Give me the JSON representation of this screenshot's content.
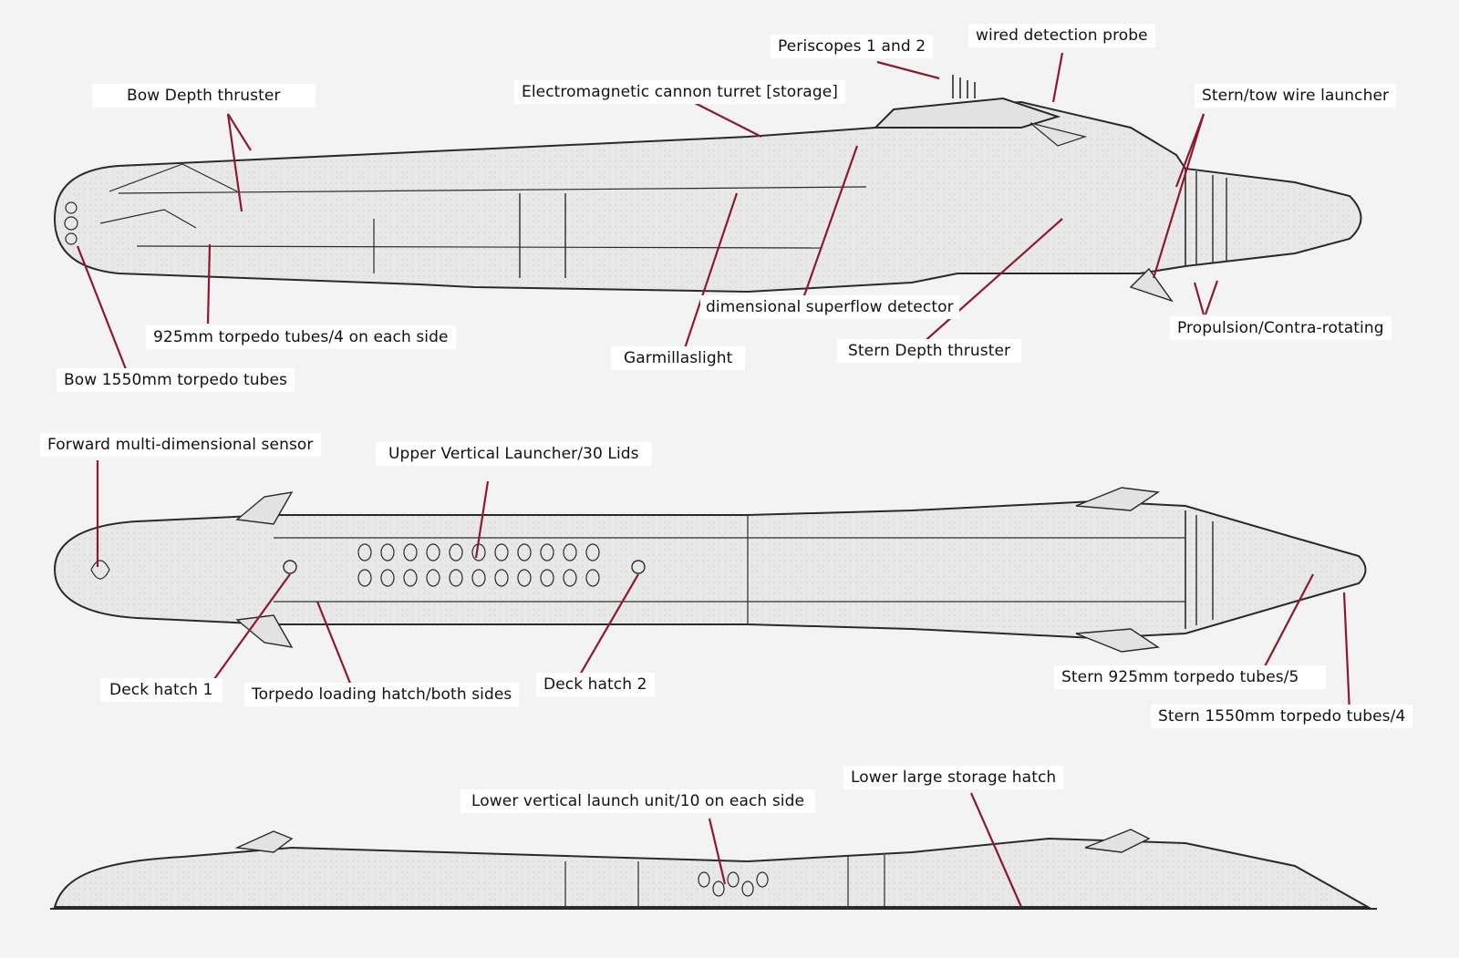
{
  "title": "Garmillas submarine annotated schematic (side, top, and lower views)",
  "colors": {
    "background": "#f3f3f3",
    "hull_fill": "#e9e9e9",
    "hull_line": "#2a2a2a",
    "leader_line": "#8b1a2e",
    "label_bg": "#ffffff"
  },
  "views": [
    {
      "name": "side-view",
      "caption": ""
    },
    {
      "name": "top-view",
      "caption": ""
    },
    {
      "name": "lower-view",
      "caption": ""
    }
  ],
  "labels": {
    "periscopes": "Periscopes 1 and 2",
    "wired_probe": "wired detection probe",
    "bow_depth_thruster": "Bow Depth thruster",
    "em_cannon": "Electromagnetic cannon turret [storage]",
    "stern_tow_wire": "Stern/tow wire launcher",
    "dim_superflow": "dimensional superflow detector",
    "propulsion": "Propulsion/Contra-rotating",
    "torpedo_925": "925mm torpedo tubes/4 on each side",
    "garmillaslight": "Garmillaslight",
    "stern_depth_thruster": "Stern Depth thruster",
    "bow_1550": "Bow 1550mm torpedo tubes",
    "forward_sensor": "Forward multi-dimensional sensor",
    "upper_vls": "Upper Vertical Launcher/30 Lids",
    "deck_hatch_1": "Deck hatch 1",
    "torpedo_loading": "Torpedo loading hatch/both sides",
    "deck_hatch_2": "Deck hatch 2",
    "stern_925": "Stern 925mm torpedo tubes/5",
    "stern_1550": "Stern 1550mm torpedo tubes/4",
    "lower_storage": "Lower large storage hatch",
    "lower_vls": "Lower vertical launch unit/10 on each side"
  }
}
